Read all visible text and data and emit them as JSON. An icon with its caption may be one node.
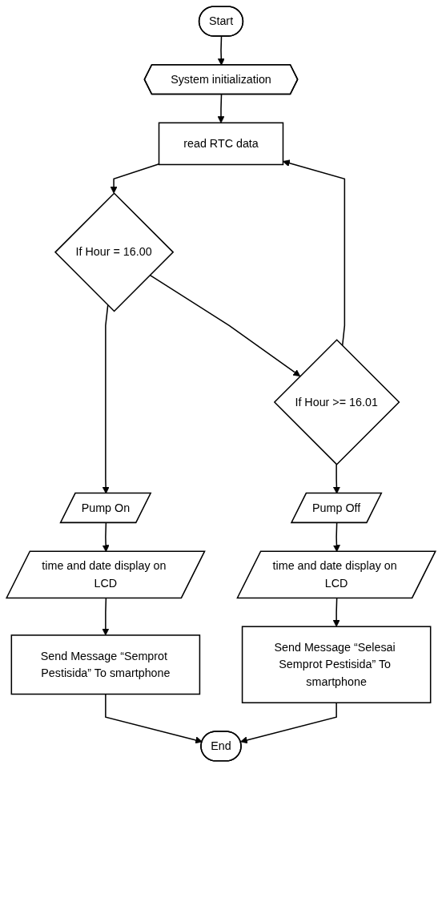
{
  "diagram": {
    "nodes": [
      {
        "text": [
          "Start"
        ]
      },
      {
        "text": [
          "System initialization"
        ]
      },
      {
        "text": [
          "read RTC data"
        ]
      },
      {
        "text": [
          "If Hour = 16.00"
        ]
      },
      {
        "text": [
          "If Hour >= 16.01"
        ]
      },
      {
        "text": [
          "Pump On"
        ]
      },
      {
        "text": [
          "time and date display on LCD"
        ]
      },
      {
        "text": [
          "Send Message “Semprot Pestisida” To smartphone"
        ]
      },
      {
        "text": [
          "Pump Off"
        ]
      },
      {
        "text": [
          "time and date display on LCD"
        ]
      },
      {
        "text": [
          "Send Message “Selesai Semprot Pestisida” To smartphone"
        ]
      },
      {
        "text": [
          "End"
        ]
      }
    ],
    "edges": [
      {
        "from": 0,
        "to": 1,
        "arrow": "to"
      },
      {
        "from": 1,
        "to": 2,
        "arrow": "to"
      },
      {
        "from": 2,
        "to": 3,
        "arrow": "to"
      },
      {
        "from": 3,
        "to": 4,
        "arrow": "to"
      },
      {
        "from": 4,
        "to": 2,
        "arrow": "to"
      },
      {
        "from": 3,
        "to": 5,
        "arrow": "to"
      },
      {
        "from": 5,
        "to": 6,
        "arrow": "to"
      },
      {
        "from": 6,
        "to": 7,
        "arrow": "to"
      },
      {
        "from": 4,
        "to": 8,
        "arrow": "to"
      },
      {
        "from": 8,
        "to": 9,
        "arrow": "to"
      },
      {
        "from": 9,
        "to": 10,
        "arrow": "to"
      },
      {
        "from": 7,
        "to": 11,
        "arrow": "to"
      },
      {
        "from": 10,
        "to": 11,
        "arrow": "to"
      }
    ]
  }
}
